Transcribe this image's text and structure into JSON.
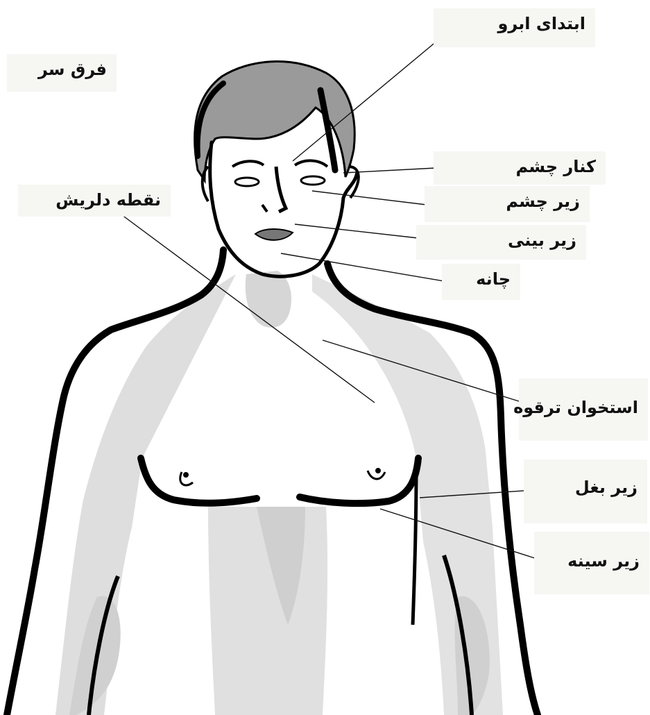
{
  "labels": {
    "top_of_head": "فرق سر",
    "eyebrow_start": "ابتدای ابرو",
    "eye_corner": "کنار چشم",
    "under_eye": "زیر چشم",
    "under_nose": "زیر بینی",
    "chin": "چانه",
    "heart_point": "نقطه دلریش",
    "collarbone": "استخوان ترقوه",
    "under_arm": "زیر بغل",
    "under_breast": "زیر سینه"
  },
  "colors": {
    "outline": "#000000",
    "hair": "#9a9a9a",
    "shadow": "#dedede",
    "shadow_dark": "#c6c6c6",
    "label_bg": "#f6f6f3"
  }
}
